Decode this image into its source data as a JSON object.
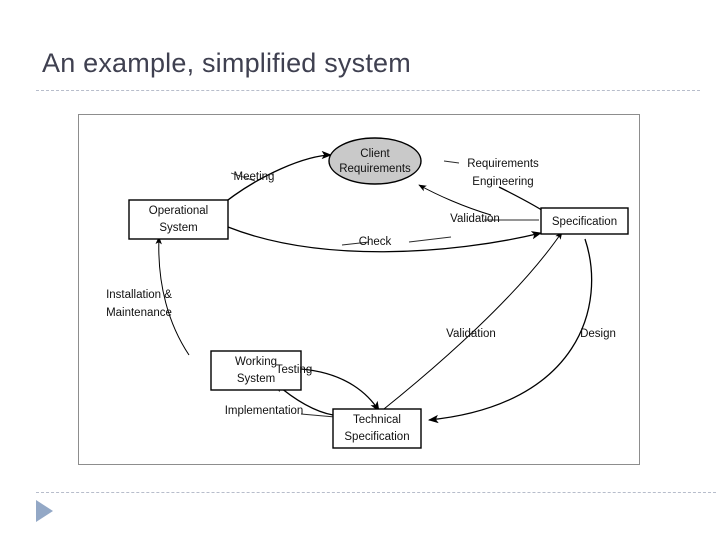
{
  "slide": {
    "title": "An example, simplified system",
    "title_color": "#3f4050",
    "rule_color": "#b7bdcb",
    "bullet_color": "#93a8c6",
    "background_color": "#ffffff"
  },
  "diagram": {
    "frame_border_color": "#8d8d8d",
    "nodes": [
      {
        "id": "client-requirements",
        "shape": "ellipse",
        "label_lines": [
          "Client",
          "Requirements"
        ],
        "fill": "#c9c9c9",
        "stroke": "#000000"
      },
      {
        "id": "specification",
        "shape": "rect",
        "label_lines": [
          "Specification"
        ],
        "fill": "#ffffff",
        "stroke": "#000000"
      },
      {
        "id": "technical-specification",
        "shape": "rect",
        "label_lines": [
          "Technical",
          "Specification"
        ],
        "fill": "#ffffff",
        "stroke": "#000000"
      },
      {
        "id": "working-system",
        "shape": "rect",
        "label_lines": [
          "Working",
          "System"
        ],
        "fill": "#ffffff",
        "stroke": "#000000"
      },
      {
        "id": "operational-system",
        "shape": "rect",
        "label_lines": [
          "Operational",
          "System"
        ],
        "fill": "#ffffff",
        "stroke": "#000000"
      }
    ],
    "edge_labels": [
      {
        "id": "meeting",
        "text": "Meeting"
      },
      {
        "id": "requirements-engineering-line1",
        "text": "Requirements"
      },
      {
        "id": "requirements-engineering-line2",
        "text": "Engineering"
      },
      {
        "id": "validation-upper",
        "text": "Validation"
      },
      {
        "id": "check",
        "text": "Check"
      },
      {
        "id": "design",
        "text": "Design"
      },
      {
        "id": "validation-lower",
        "text": "Validation"
      },
      {
        "id": "implementation",
        "text": "Implementation"
      },
      {
        "id": "testing",
        "text": "Testing"
      },
      {
        "id": "installation-maintenance-line1",
        "text": "Installation &"
      },
      {
        "id": "installation-maintenance-line2",
        "text": "Maintenance"
      }
    ]
  }
}
